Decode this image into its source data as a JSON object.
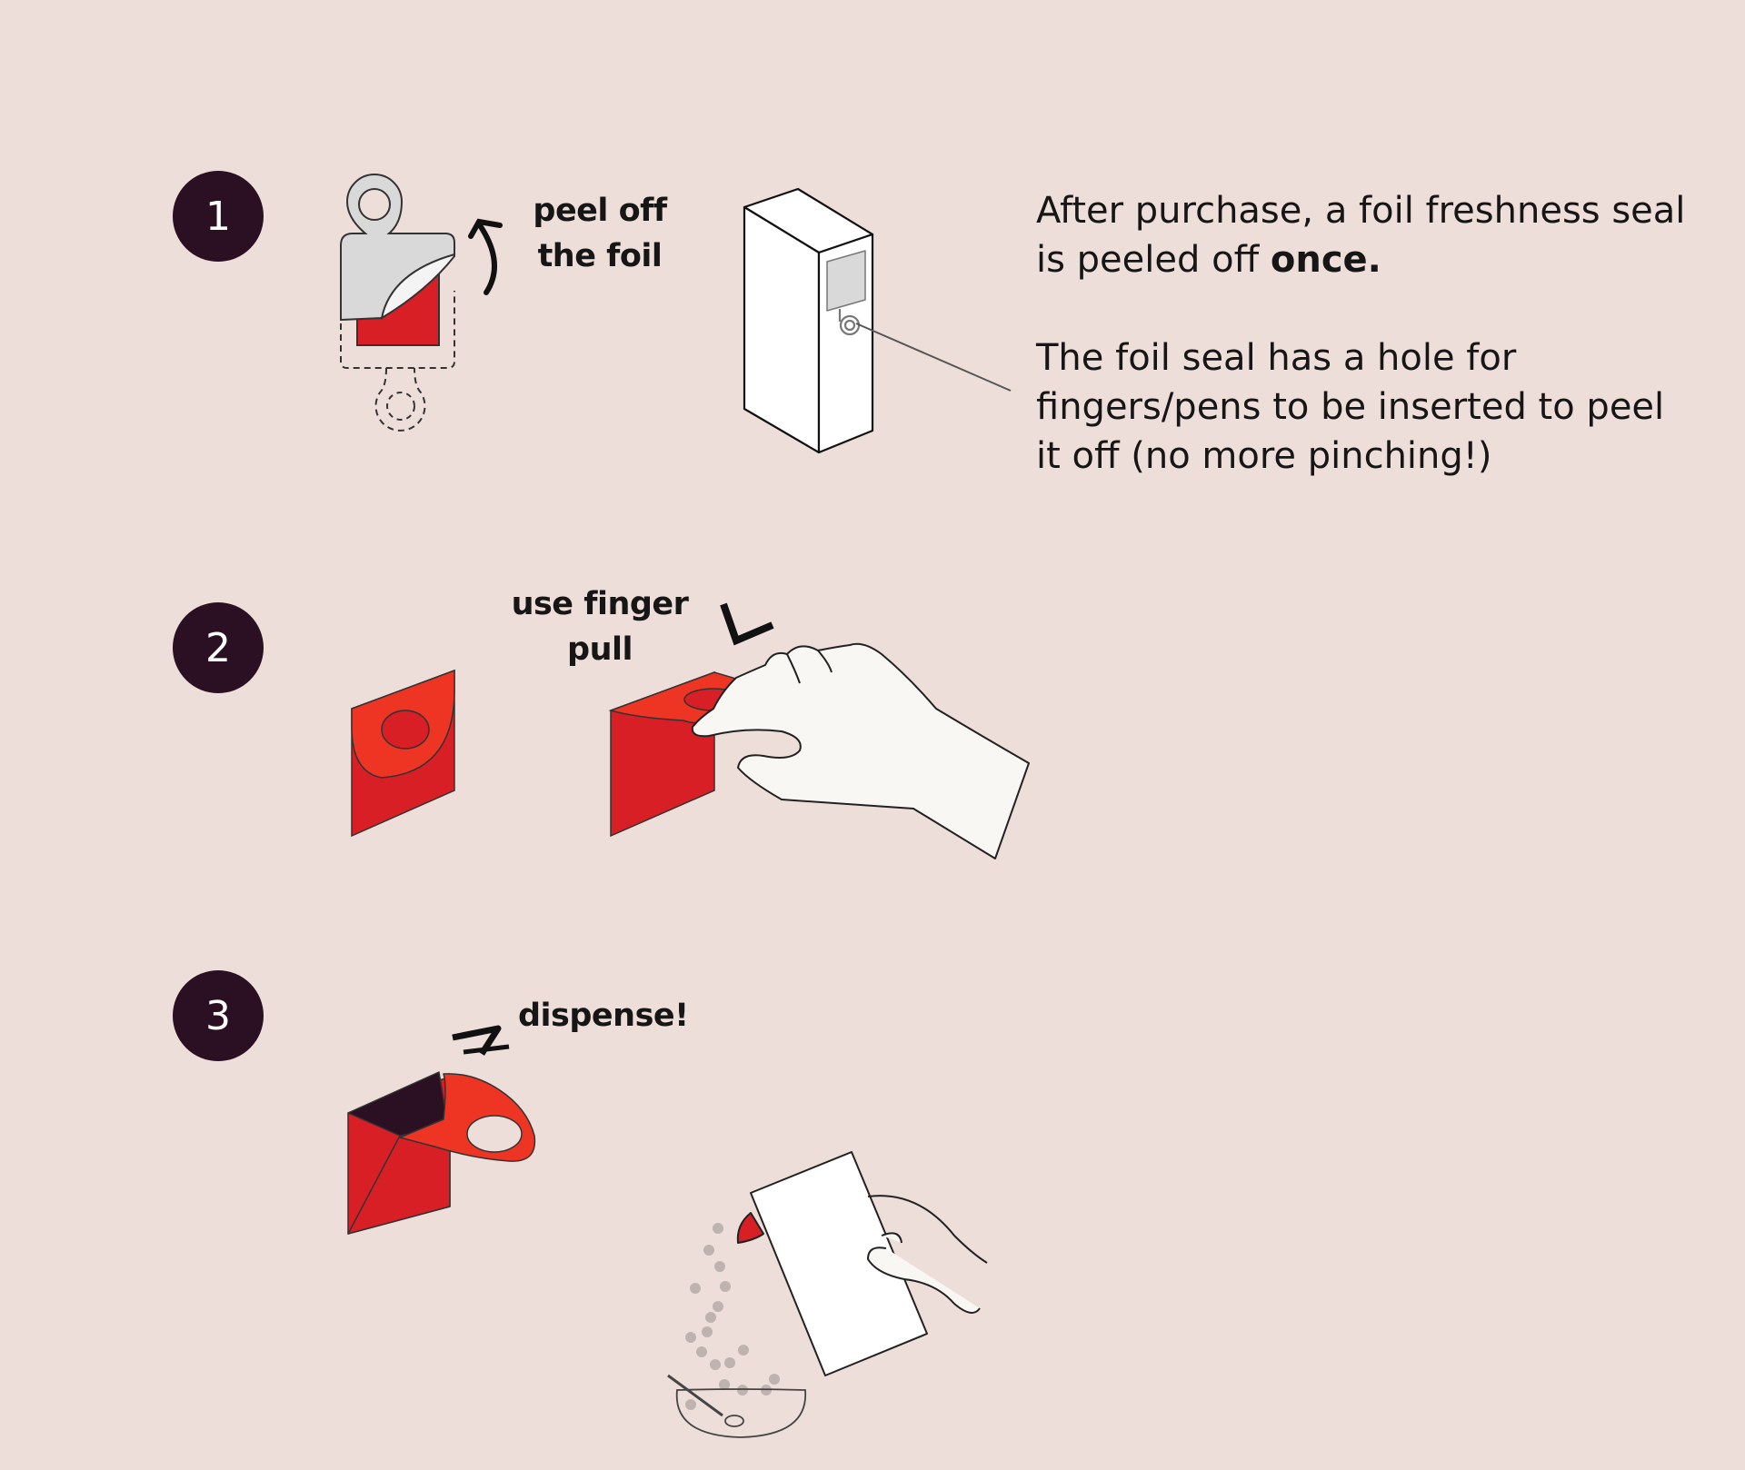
{
  "steps": [
    {
      "number": "1",
      "label_line1": "peel off",
      "label_line2": "the foil"
    },
    {
      "number": "2",
      "label_line1": "use finger",
      "label_line2": "pull"
    },
    {
      "number": "3",
      "label_line1": "dispense!"
    }
  ],
  "description": {
    "para1_pre": "After purchase, a foil freshness seal is peeled off ",
    "para1_bold": "once.",
    "para2": "The foil seal has a hole for fingers/pens to be inserted to peel it off (no more pinching!)"
  },
  "colors": {
    "background": "#eeded9",
    "badge": "#2b0f22",
    "red": "#d81f26",
    "red_light": "#ee3524",
    "dark_interior": "#2b0f22",
    "foil": "#d9d9d9",
    "hand": "#f9f7f3"
  }
}
